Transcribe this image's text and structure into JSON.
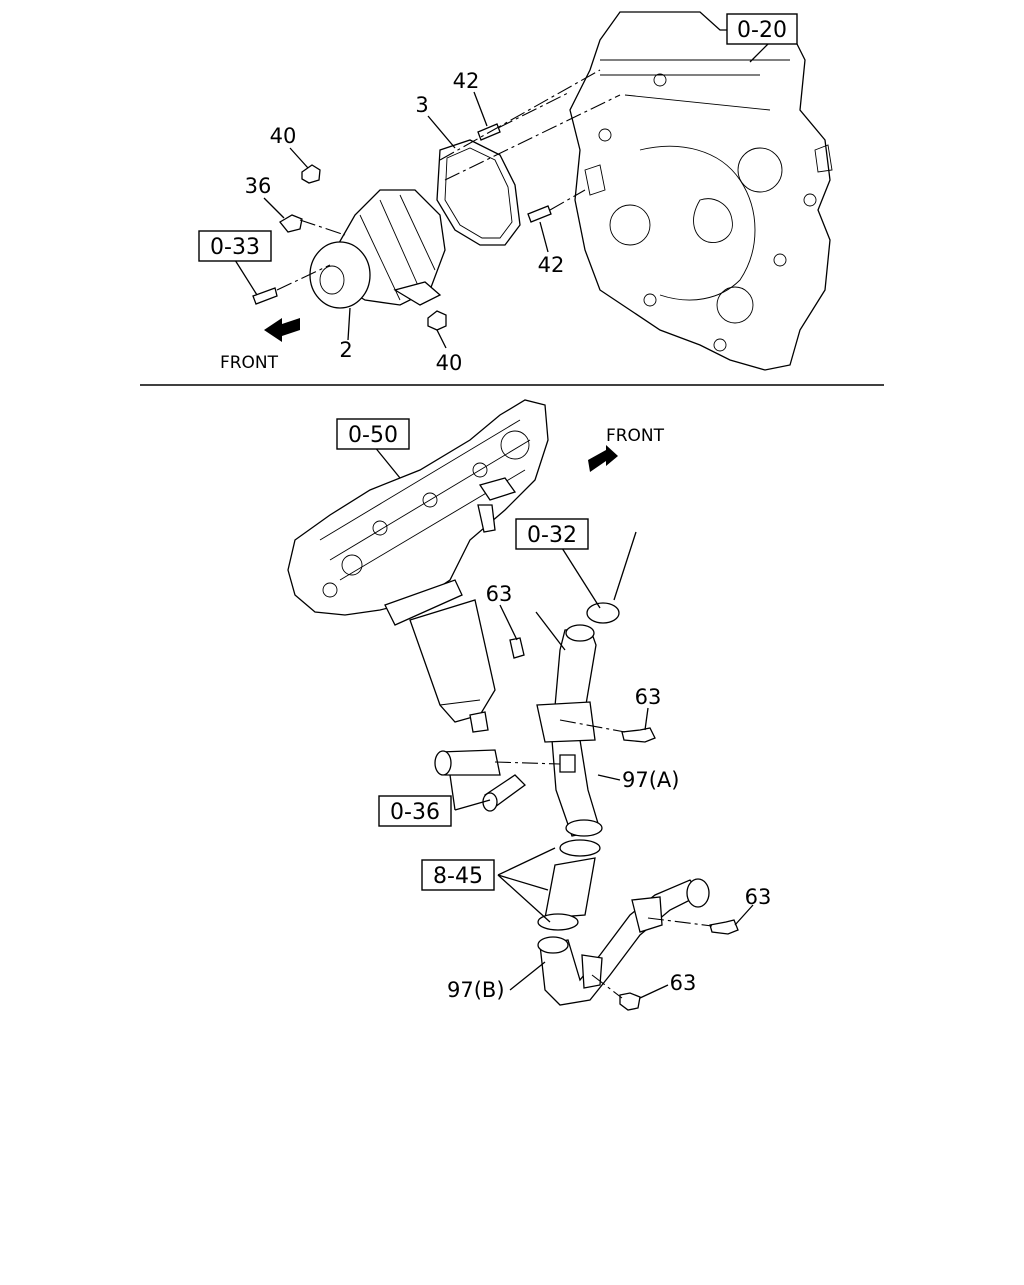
{
  "top_section": {
    "ref_0_20": "0-20",
    "ref_0_33": "0-33",
    "label_42_top": "42",
    "label_42_bottom": "42",
    "label_3": "3",
    "label_40_top": "40",
    "label_40_bottom": "40",
    "label_36": "36",
    "label_2": "2",
    "front": "FRONT"
  },
  "bottom_section": {
    "ref_0_50": "0-50",
    "ref_0_32": "0-32",
    "ref_0_36": "0-36",
    "ref_8_45": "8-45",
    "front": "FRONT",
    "label_63_a": "63",
    "label_63_b": "63",
    "label_63_c": "63",
    "label_63_d": "63",
    "label_97a": "97(A)",
    "label_97b": "97(B)"
  }
}
